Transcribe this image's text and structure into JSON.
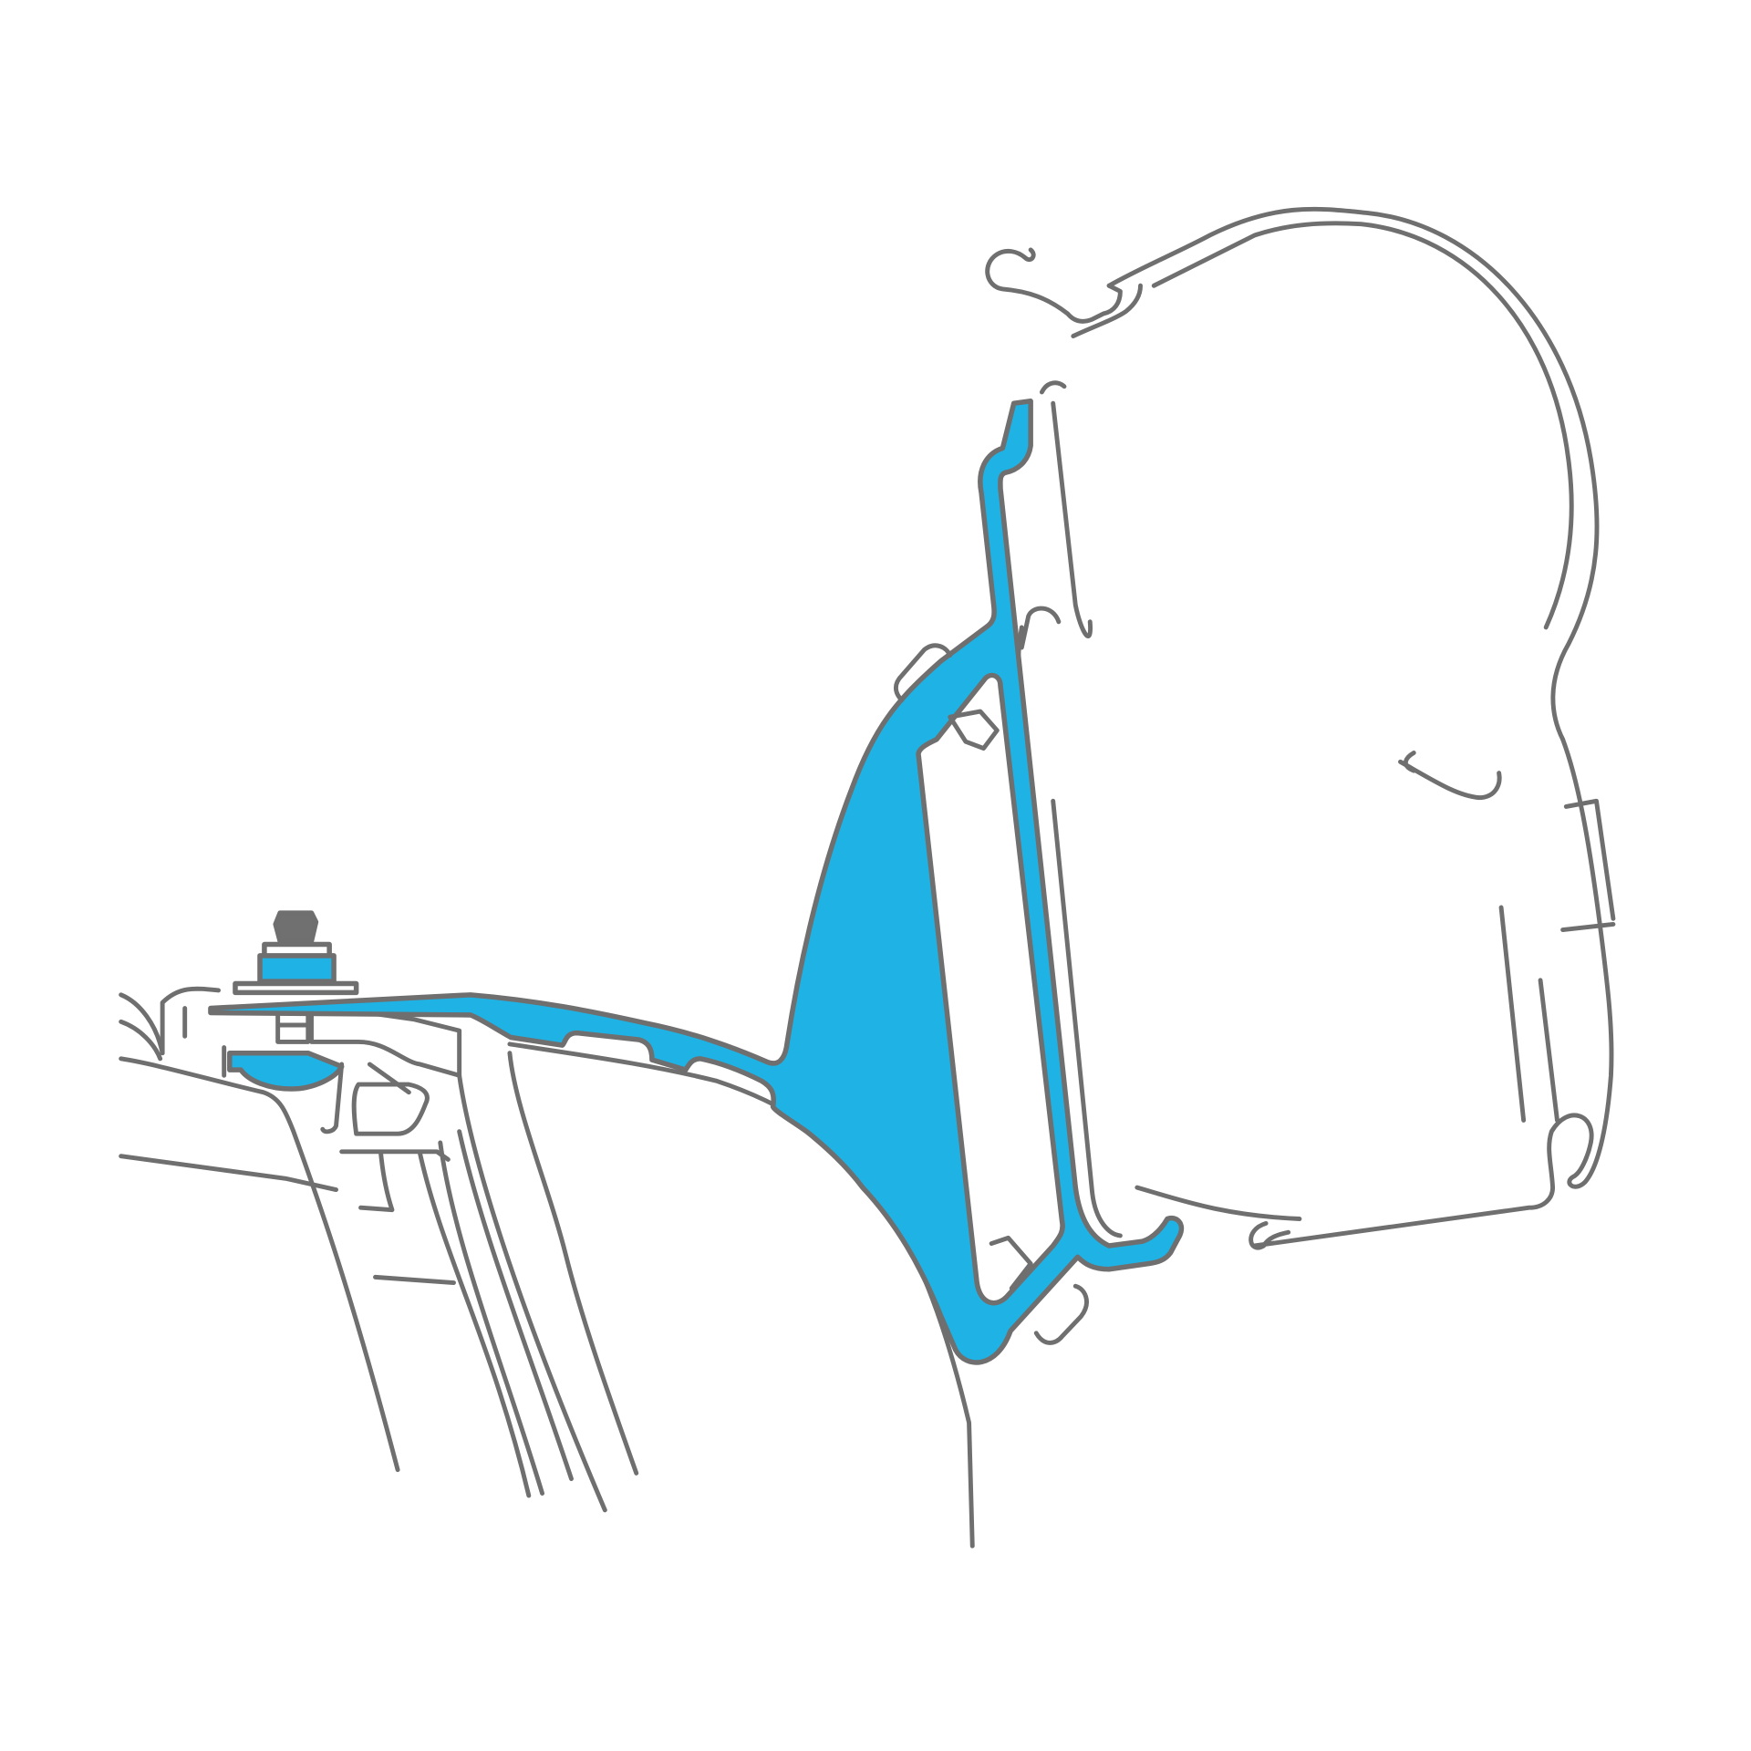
{
  "colors": {
    "bracket_fill": "#1fb3e5",
    "outline": "#6f6f6f",
    "background": "#ffffff"
  },
  "icons": [
    "awning-adapter-bracket",
    "awning-profile",
    "mounting-bolt-nut",
    "vehicle-roof-rail"
  ]
}
